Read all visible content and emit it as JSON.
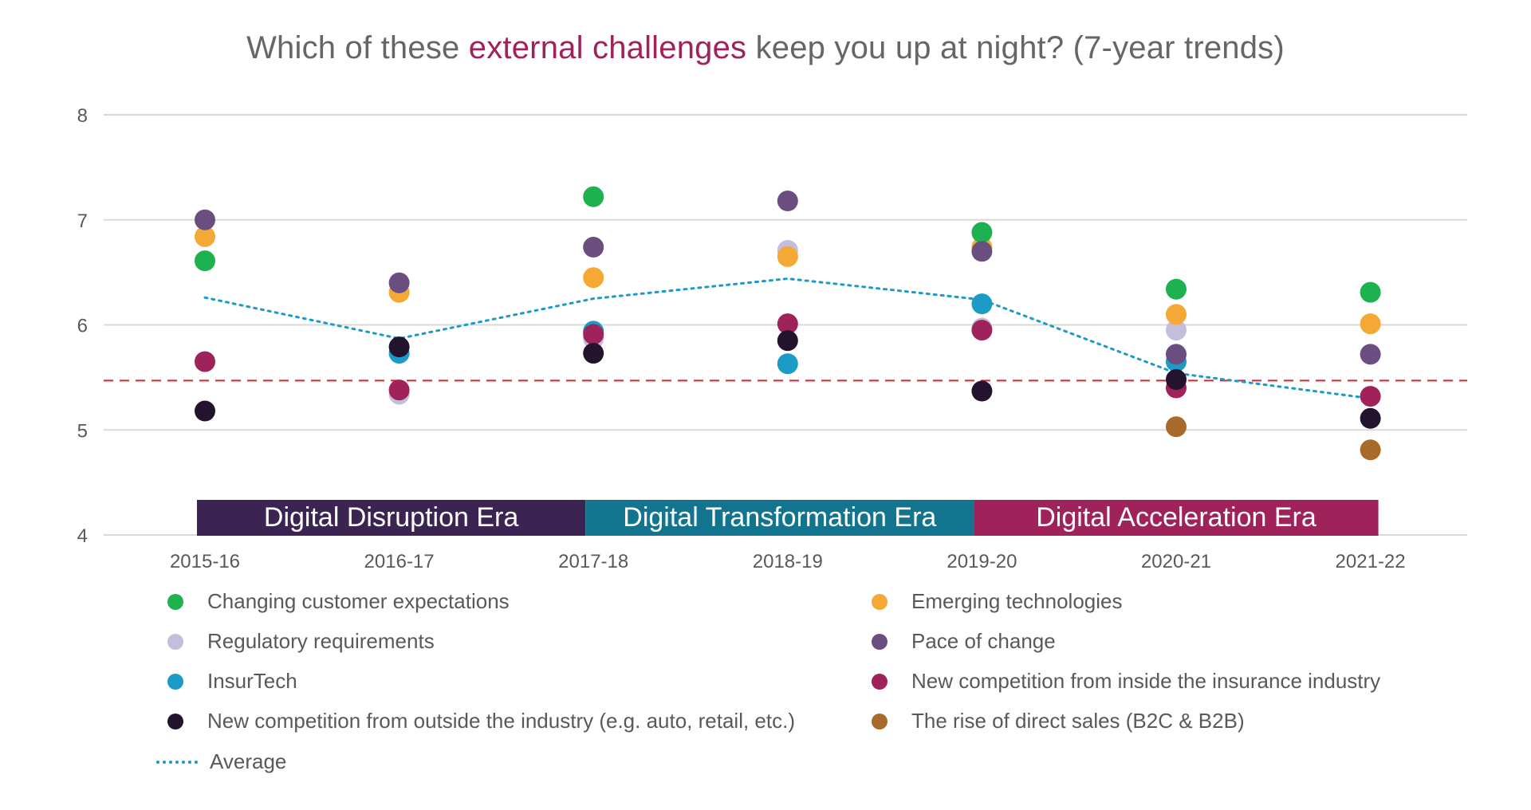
{
  "title": {
    "prefix": "Which of these ",
    "highlight": "external challenges",
    "suffix": " keep you up at night? (7-year trends)",
    "highlight_color": "#a0225a"
  },
  "eras": [
    {
      "label": "Digital Disruption Era",
      "color": "#3b2352",
      "from": 0,
      "to": 2
    },
    {
      "label": "Digital Transformation Era",
      "color": "#137490",
      "from": 2,
      "to": 4
    },
    {
      "label": "Digital Acceleration Era",
      "color": "#a0225a",
      "from": 4,
      "to": 6
    }
  ],
  "legend": [
    {
      "label": "Changing customer expectations",
      "color": "#1db14f"
    },
    {
      "label": "Emerging technologies",
      "color": "#f4a836"
    },
    {
      "label": "Regulatory requirements",
      "color": "#c2bedb"
    },
    {
      "label": "Pace of change",
      "color": "#6b4e80"
    },
    {
      "label": "InsurTech",
      "color": "#1b9bc6"
    },
    {
      "label": "New competition from inside the insurance industry",
      "color": "#a0225a"
    },
    {
      "label": "New competition from outside the industry (e.g. auto, retail, etc.)",
      "color": "#23132d"
    },
    {
      "label": "The rise of direct sales (B2C & B2B)",
      "color": "#a86a2a"
    },
    {
      "label": "Average",
      "color": "#1b9bc6",
      "style": "dotted-line"
    }
  ],
  "chart_data": {
    "type": "scatter",
    "title": "Which of these external challenges keep you up at night? (7-year trends)",
    "xlabel": "",
    "ylabel": "",
    "categories": [
      "2015-16",
      "2016-17",
      "2017-18",
      "2018-19",
      "2019-20",
      "2020-21",
      "2021-22"
    ],
    "y_ticks": [
      4,
      5,
      6,
      7,
      8
    ],
    "ylim": [
      4,
      8
    ],
    "grid": true,
    "legend_position": "bottom",
    "reference_line": {
      "value": 5.47,
      "style": "dashed",
      "color": "#d9262e"
    },
    "series": [
      {
        "name": "Changing customer expectations",
        "color": "#1db14f",
        "values": [
          6.61,
          null,
          7.22,
          null,
          6.88,
          6.34,
          6.31
        ]
      },
      {
        "name": "Emerging technologies",
        "color": "#f4a836",
        "values": [
          6.84,
          6.31,
          6.45,
          6.65,
          6.74,
          6.1,
          6.01
        ]
      },
      {
        "name": "Regulatory requirements",
        "color": "#c2bedb",
        "values": [
          null,
          5.34,
          5.87,
          6.71,
          5.97,
          5.95,
          null
        ]
      },
      {
        "name": "Pace of change",
        "color": "#6b4e80",
        "values": [
          7.0,
          6.4,
          6.74,
          7.18,
          6.7,
          5.72,
          5.72
        ]
      },
      {
        "name": "InsurTech",
        "color": "#1b9bc6",
        "values": [
          null,
          5.73,
          5.94,
          5.63,
          6.2,
          5.65,
          null
        ]
      },
      {
        "name": "New competition from inside the insurance industry",
        "color": "#a0225a",
        "values": [
          5.65,
          5.38,
          5.91,
          6.01,
          5.95,
          5.4,
          5.32
        ]
      },
      {
        "name": "New competition from outside the industry (e.g. auto, retail, etc.)",
        "color": "#23132d",
        "values": [
          5.18,
          5.79,
          5.73,
          5.85,
          5.37,
          5.48,
          5.11
        ]
      },
      {
        "name": "The rise of direct sales (B2C & B2B)",
        "color": "#a86a2a",
        "values": [
          null,
          null,
          null,
          null,
          null,
          5.03,
          4.81
        ]
      },
      {
        "name": "Average",
        "color": "#1b9bc6",
        "type": "line",
        "style": "dotted",
        "values": [
          6.26,
          5.87,
          6.25,
          6.44,
          6.24,
          5.54,
          5.3
        ]
      }
    ],
    "annotations": [
      "Digital Disruption Era",
      "Digital Transformation Era",
      "Digital Acceleration Era"
    ]
  }
}
